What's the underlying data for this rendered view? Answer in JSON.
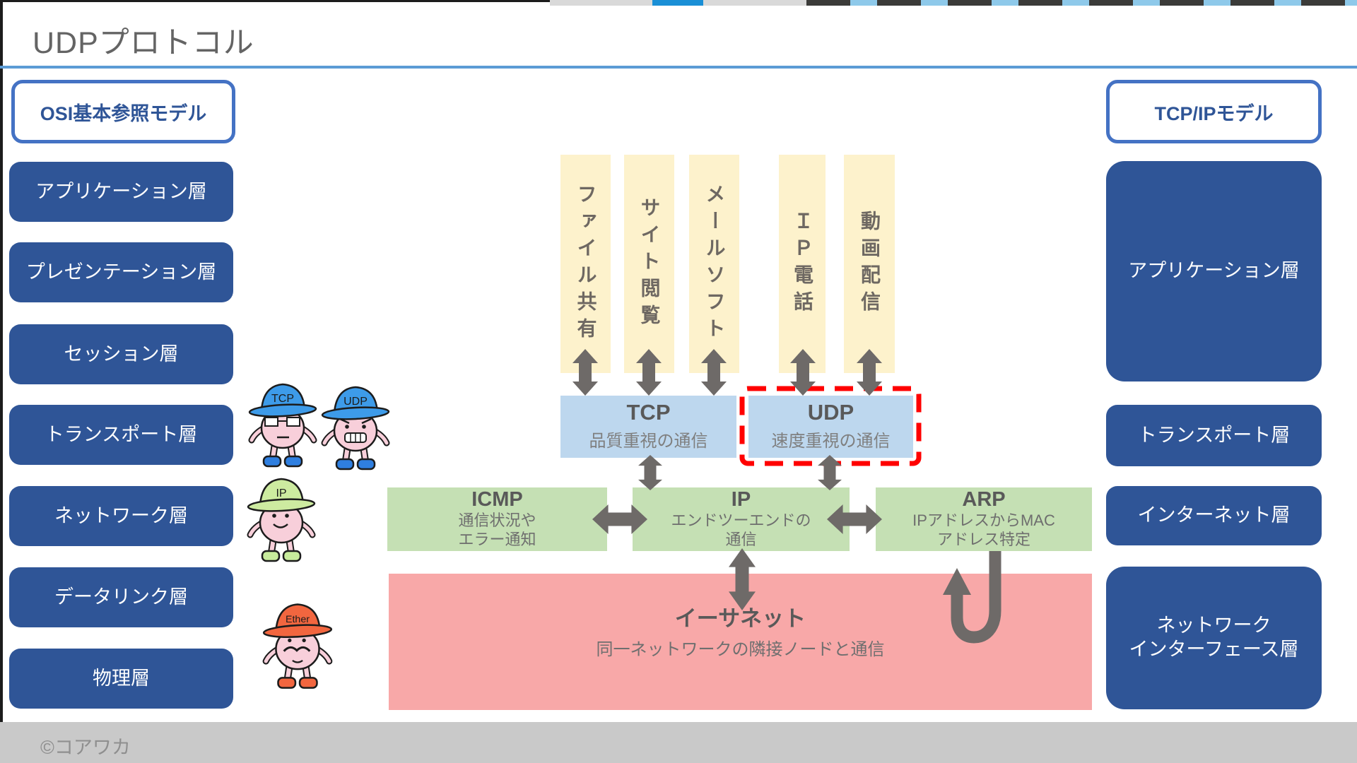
{
  "page": {
    "title": "UDPプロトコル",
    "footer": "©コアワカ"
  },
  "osi": {
    "header": "OSI基本参照モデル",
    "layers": [
      "アプリケーション層",
      "プレゼンテーション層",
      "セッション層",
      "トランスポート層",
      "ネットワーク層",
      "データリンク層",
      "物理層"
    ]
  },
  "tcpip": {
    "header": "TCP/IPモデル",
    "application": "アプリケーション層",
    "transport": "トランスポート層",
    "internet": "インターネット層",
    "netif_line1": "ネットワーク",
    "netif_line2": "インターフェース層"
  },
  "applications": [
    "ファイル共有",
    "サイト閲覧",
    "メールソフト",
    "ＩＰ電話",
    "動画配信"
  ],
  "transport": {
    "tcp": {
      "name": "TCP",
      "desc": "品質重視の通信"
    },
    "udp": {
      "name": "UDP",
      "desc": "速度重視の通信"
    }
  },
  "network": {
    "icmp": {
      "name": "ICMP",
      "desc_line1": "通信状況や",
      "desc_line2": "エラー通知"
    },
    "ip": {
      "name": "IP",
      "desc_line1": "エンドツーエンドの",
      "desc_line2": "通信"
    },
    "arp": {
      "name": "ARP",
      "desc_line1": "IPアドレスからMAC",
      "desc_line2": "アドレス特定"
    }
  },
  "link": {
    "name": "イーサネット",
    "desc": "同一ネットワークの隣接ノードと通信"
  },
  "characters": [
    {
      "cap": "TCP"
    },
    {
      "cap": "UDP"
    },
    {
      "cap": "IP"
    },
    {
      "cap": "Ether"
    }
  ],
  "colors": {
    "layer_blue": "#2F5597",
    "header_border_blue": "#4472C4",
    "title_rule_blue": "#5B9BD5",
    "application_yellow": "#FDF2CC",
    "transport_light_blue": "#BDD7EE",
    "network_green": "#C5E0B4",
    "link_pink": "#F8A8A8",
    "arrow_gray": "#6E6A68",
    "highlight_red": "#FF0000",
    "footer_gray": "#C9C9C9"
  }
}
